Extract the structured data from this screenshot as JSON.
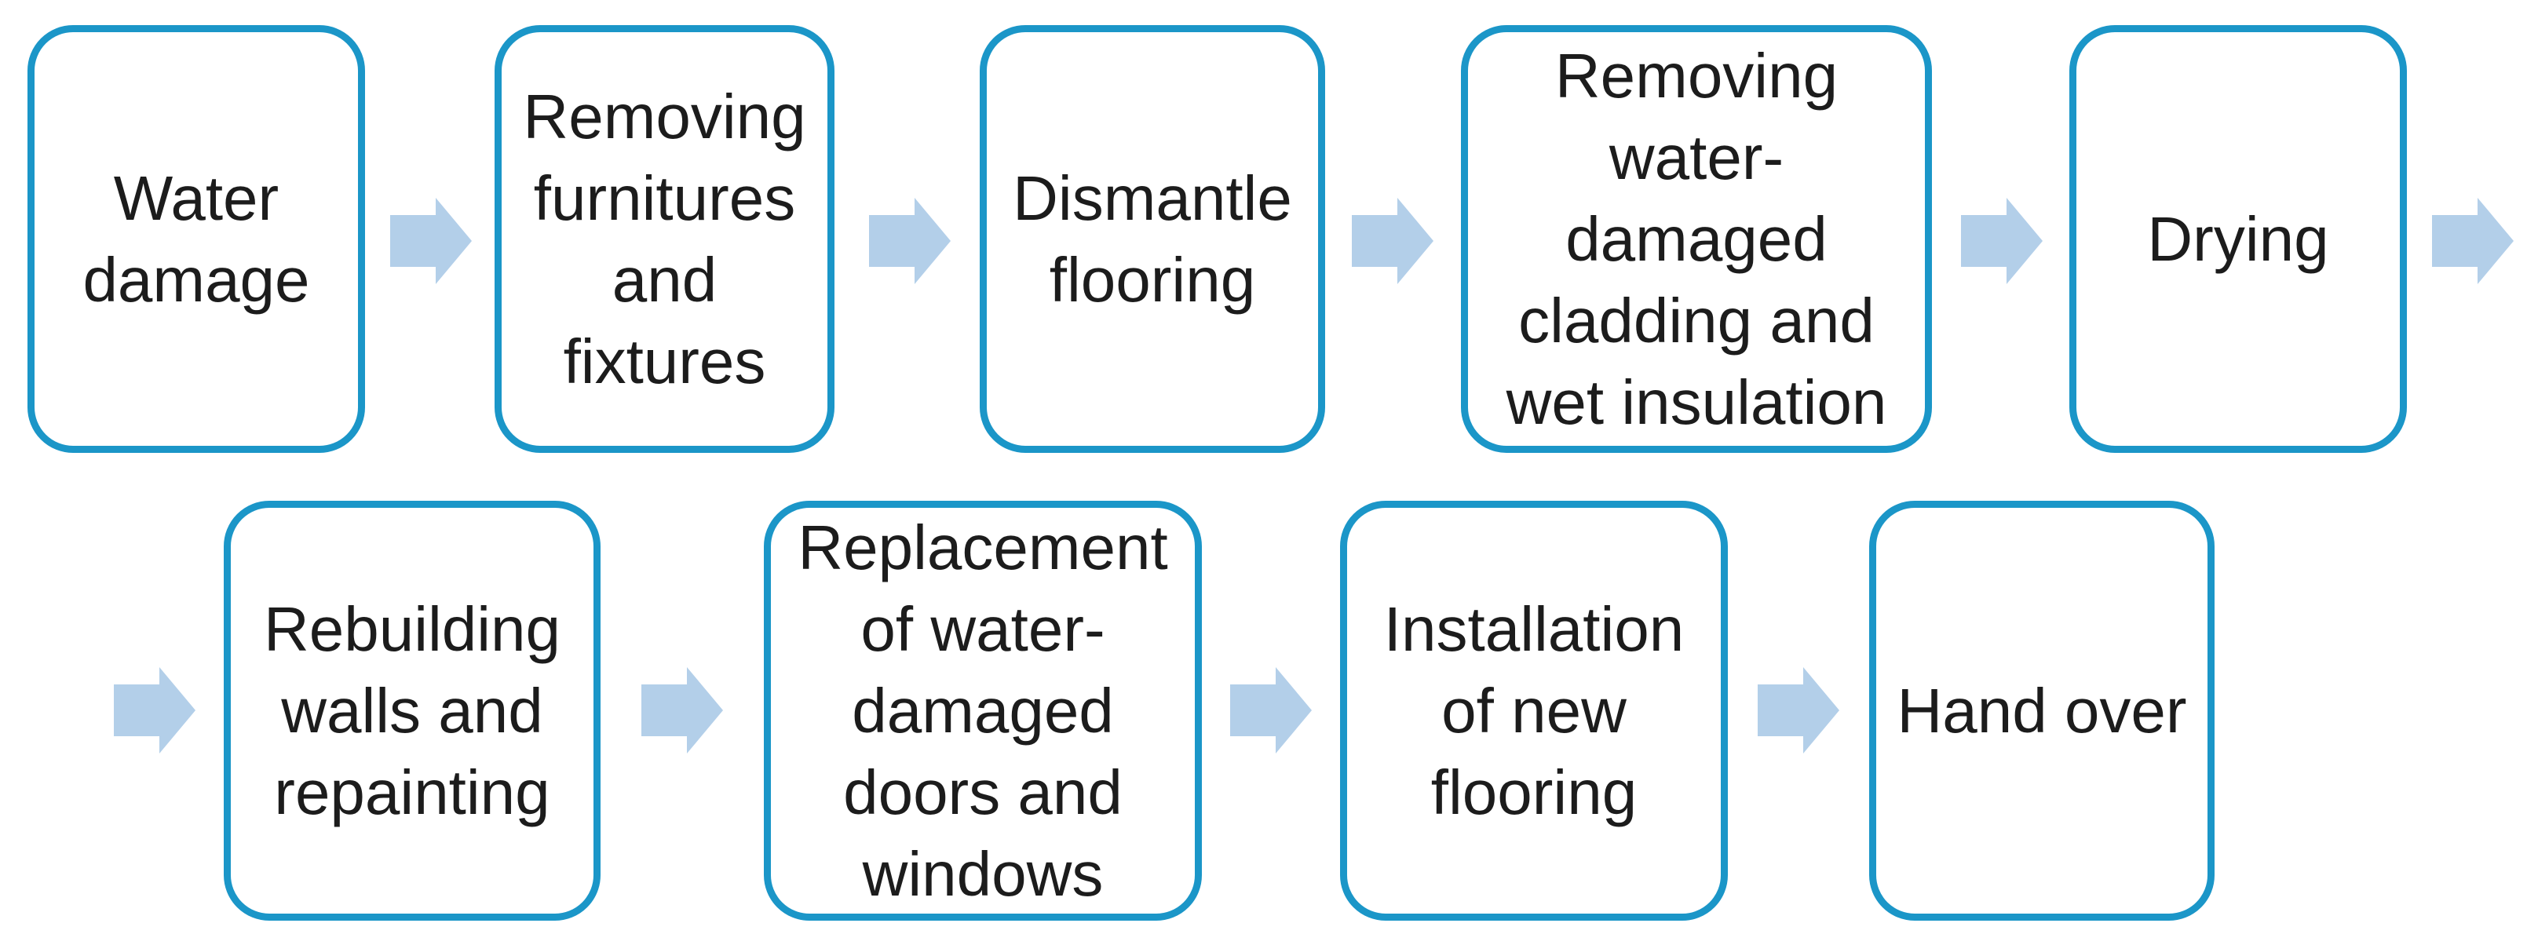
{
  "diagram": {
    "type": "flowchart",
    "layout": "two rows, left-to-right block arrows",
    "colors": {
      "box_border": "#1b96c8",
      "arrow_fill": "#b3cfe9",
      "text": "#1c1c1c",
      "background": "#ffffff"
    },
    "icons": {
      "connector": "right-block-arrow"
    },
    "rows": [
      {
        "steps": [
          {
            "label": [
              "Water",
              "damage"
            ]
          },
          {
            "label": [
              "Removing",
              "furnitures",
              "and",
              "fixtures"
            ]
          },
          {
            "label": [
              "Dismantle",
              "flooring"
            ]
          },
          {
            "label": [
              "Removing",
              "water-",
              "damaged",
              "cladding and",
              "wet insulation"
            ]
          },
          {
            "label": [
              "Drying"
            ]
          }
        ]
      },
      {
        "steps": [
          {
            "label": [
              "Rebuilding",
              "walls and",
              "repainting"
            ]
          },
          {
            "label": [
              "Replacement",
              "of water-",
              "damaged",
              "doors and",
              "windows"
            ]
          },
          {
            "label": [
              "Installation",
              "of new",
              "flooring"
            ]
          },
          {
            "label": [
              "Hand over"
            ]
          }
        ]
      }
    ]
  }
}
